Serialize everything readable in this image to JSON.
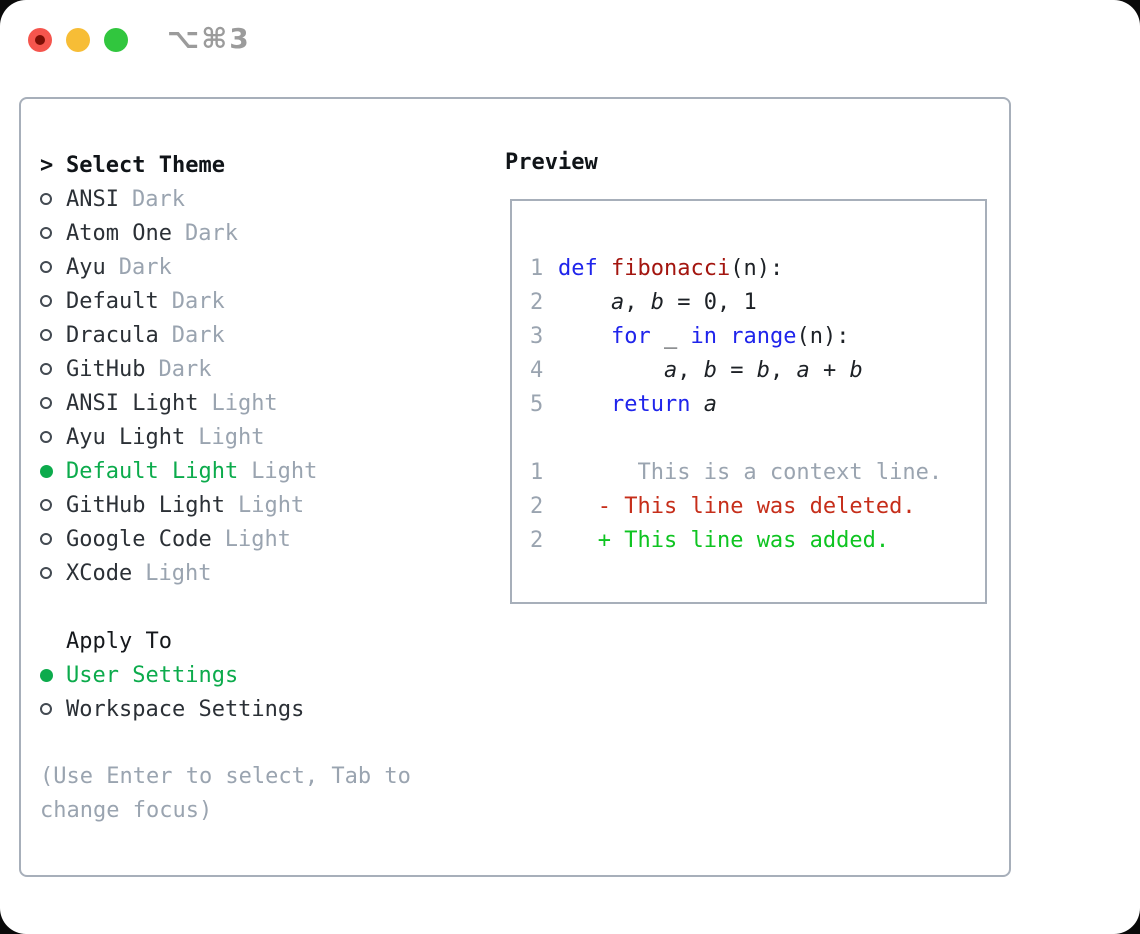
{
  "window": {
    "shortcut_label": "⌥⌘3",
    "traffic_lights": [
      "close",
      "minimize",
      "zoom"
    ]
  },
  "theme_selector": {
    "header": {
      "pointer": ">",
      "label": "Select Theme"
    },
    "items": [
      {
        "name": "ANSI",
        "variant": "Dark",
        "selected": false
      },
      {
        "name": "Atom One",
        "variant": "Dark",
        "selected": false
      },
      {
        "name": "Ayu",
        "variant": "Dark",
        "selected": false
      },
      {
        "name": "Default",
        "variant": "Dark",
        "selected": false
      },
      {
        "name": "Dracula",
        "variant": "Dark",
        "selected": false
      },
      {
        "name": "GitHub",
        "variant": "Dark",
        "selected": false
      },
      {
        "name": "ANSI Light",
        "variant": "Light",
        "selected": false
      },
      {
        "name": "Ayu Light",
        "variant": "Light",
        "selected": false
      },
      {
        "name": "Default Light",
        "variant": "Light",
        "selected": true
      },
      {
        "name": "GitHub Light",
        "variant": "Light",
        "selected": false
      },
      {
        "name": "Google Code",
        "variant": "Light",
        "selected": false
      },
      {
        "name": "XCode",
        "variant": "Light",
        "selected": false
      }
    ],
    "apply_to": {
      "label": "Apply To",
      "options": [
        {
          "label": "User Settings",
          "selected": true
        },
        {
          "label": "Workspace Settings",
          "selected": false
        }
      ]
    },
    "hint": "(Use Enter to select, Tab to change focus)"
  },
  "preview": {
    "label": "Preview",
    "lines": [
      {
        "num": "1",
        "tokens": [
          {
            "t": "def",
            "s": "kw"
          },
          {
            "t": " ",
            "s": "pl"
          },
          {
            "t": "fibonacci",
            "s": "fn"
          },
          {
            "t": "(n):",
            "s": "pl"
          }
        ]
      },
      {
        "num": "2",
        "tokens": [
          {
            "t": "    ",
            "s": "pl"
          },
          {
            "t": "a",
            "s": "va"
          },
          {
            "t": ", ",
            "s": "pl"
          },
          {
            "t": "b",
            "s": "va"
          },
          {
            "t": " = 0, 1",
            "s": "pl"
          }
        ]
      },
      {
        "num": "3",
        "tokens": [
          {
            "t": "    ",
            "s": "pl"
          },
          {
            "t": "for",
            "s": "kw"
          },
          {
            "t": " _ ",
            "s": "pl"
          },
          {
            "t": "in",
            "s": "kw"
          },
          {
            "t": " ",
            "s": "pl"
          },
          {
            "t": "range",
            "s": "kw"
          },
          {
            "t": "(n):",
            "s": "pl"
          }
        ]
      },
      {
        "num": "4",
        "tokens": [
          {
            "t": "        ",
            "s": "pl"
          },
          {
            "t": "a",
            "s": "va"
          },
          {
            "t": ", ",
            "s": "pl"
          },
          {
            "t": "b",
            "s": "va"
          },
          {
            "t": " = ",
            "s": "pl"
          },
          {
            "t": "b",
            "s": "va"
          },
          {
            "t": ", ",
            "s": "pl"
          },
          {
            "t": "a",
            "s": "va"
          },
          {
            "t": " + ",
            "s": "pl"
          },
          {
            "t": "b",
            "s": "va"
          }
        ]
      },
      {
        "num": "5",
        "tokens": [
          {
            "t": "    ",
            "s": "pl"
          },
          {
            "t": "return",
            "s": "kw"
          },
          {
            "t": " ",
            "s": "pl"
          },
          {
            "t": "a",
            "s": "va"
          }
        ]
      },
      {
        "num": "",
        "tokens": []
      },
      {
        "num": "1",
        "tokens": [
          {
            "t": "      This is a context line.",
            "s": "ctx"
          }
        ]
      },
      {
        "num": "2",
        "tokens": [
          {
            "t": "   ",
            "s": "pl"
          },
          {
            "t": "- This line was deleted.",
            "s": "del"
          }
        ]
      },
      {
        "num": "2",
        "tokens": [
          {
            "t": "   ",
            "s": "pl"
          },
          {
            "t": "+ This line was added.",
            "s": "add"
          }
        ]
      }
    ]
  },
  "colors": {
    "selection_green": "#0cab4c",
    "added_green": "#0ec421",
    "deleted_red": "#c62e1a",
    "keyword_blue": "#1f24eb",
    "function_red": "#a3150f",
    "muted_gray": "#9aa4b0",
    "border_gray": "#a7afba",
    "traffic_red": "#f5554d",
    "traffic_yellow": "#f7bd36",
    "traffic_green": "#31c63e"
  }
}
